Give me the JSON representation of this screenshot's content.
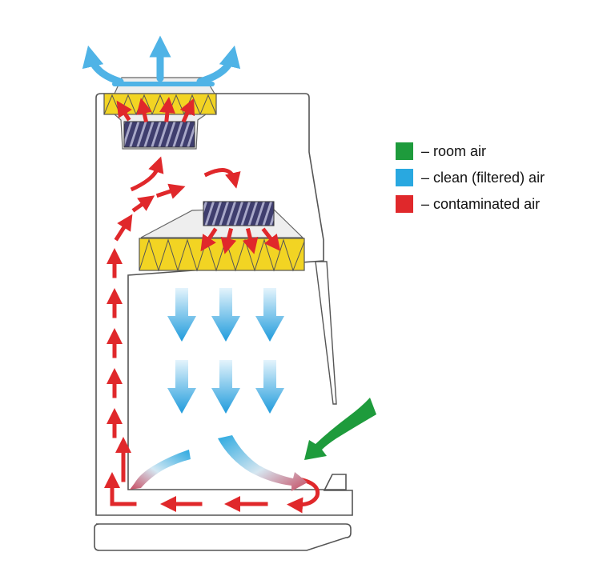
{
  "legend": {
    "items": [
      {
        "label": "– room air",
        "color": "#1e9b3c"
      },
      {
        "label": "– clean (filtered) air",
        "color": "#29a8e0"
      },
      {
        "label": "– contaminated air",
        "color": "#e0282b"
      }
    ]
  },
  "colors": {
    "outline": "#555555",
    "filter_yellow": "#f2d423",
    "prefilter_purple": "#4b4a7a",
    "housing_fill": "#eeeeee",
    "room_air": "#1e9b3c",
    "clean_air": "#29a8e0",
    "contaminated_air": "#e0282b"
  }
}
